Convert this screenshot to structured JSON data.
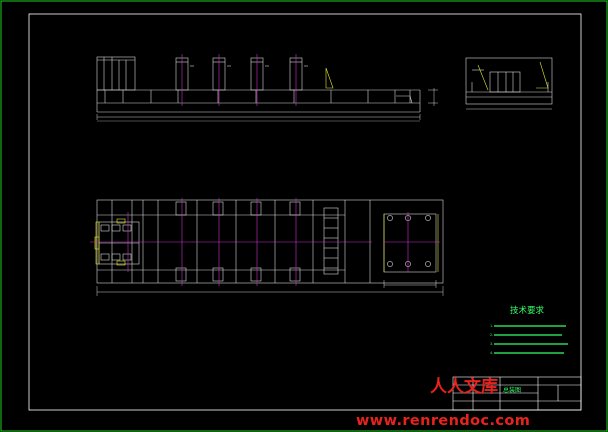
{
  "drawing": {
    "colors": {
      "background": "#000000",
      "outer_frame": "#22cc22",
      "inner_frame": "#ffffff",
      "geometry": "#d8d8d8",
      "centerline": "#cc33cc",
      "notes": "#33ff66",
      "dimension": "#ffffff"
    },
    "tech_requirements": {
      "title": "技术要求",
      "items": [
        "1.",
        "2.",
        "3.",
        "4."
      ]
    },
    "title_block": {
      "name": "总装图"
    }
  },
  "watermark": {
    "text_cn": "人人文库",
    "url": "www.renrendoc.com"
  }
}
